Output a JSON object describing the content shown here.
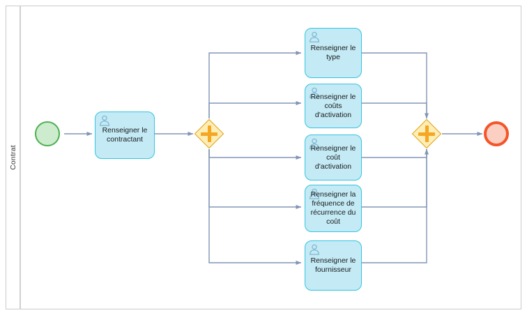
{
  "diagram": {
    "type": "bpmn-process",
    "pool": {
      "label": "Contrat"
    },
    "events": [
      {
        "id": "start",
        "name": "start-event",
        "kind": "start",
        "color": "#4caf50",
        "fill": "#cdeccd"
      },
      {
        "id": "end",
        "name": "end-event",
        "kind": "end",
        "color": "#f4552a",
        "fill": "#fbd0c2"
      }
    ],
    "gateways": [
      {
        "id": "split",
        "name": "parallel-gateway-split",
        "kind": "parallel",
        "symbol": "+",
        "fill": "#fdeeb5",
        "stroke": "#e3a21a"
      },
      {
        "id": "join",
        "name": "parallel-gateway-join",
        "kind": "parallel",
        "symbol": "+",
        "fill": "#fdeeb5",
        "stroke": "#e3a21a"
      }
    ],
    "tasks": [
      {
        "id": "t0",
        "label": "Renseigner le contractant",
        "icon": "user-icon"
      },
      {
        "id": "t1",
        "label": "Renseigner le type",
        "icon": "user-icon"
      },
      {
        "id": "t2",
        "label": "Renseigner le coûts d'activation",
        "icon": "user-icon"
      },
      {
        "id": "t3",
        "label": "Renseigner le coût d'activation",
        "icon": "user-icon"
      },
      {
        "id": "t4",
        "label": "Renseigner la fréquence de récurrence du coût",
        "icon": "user-icon"
      },
      {
        "id": "t5",
        "label": "Renseigner le fournisseur",
        "icon": "user-icon"
      }
    ],
    "style": {
      "task_fill": "#c3eaf5",
      "task_stroke": "#33c4e0",
      "flow_stroke": "#8195b5",
      "pool_stroke": "#c9c9c9",
      "background": "#ffffff"
    }
  }
}
